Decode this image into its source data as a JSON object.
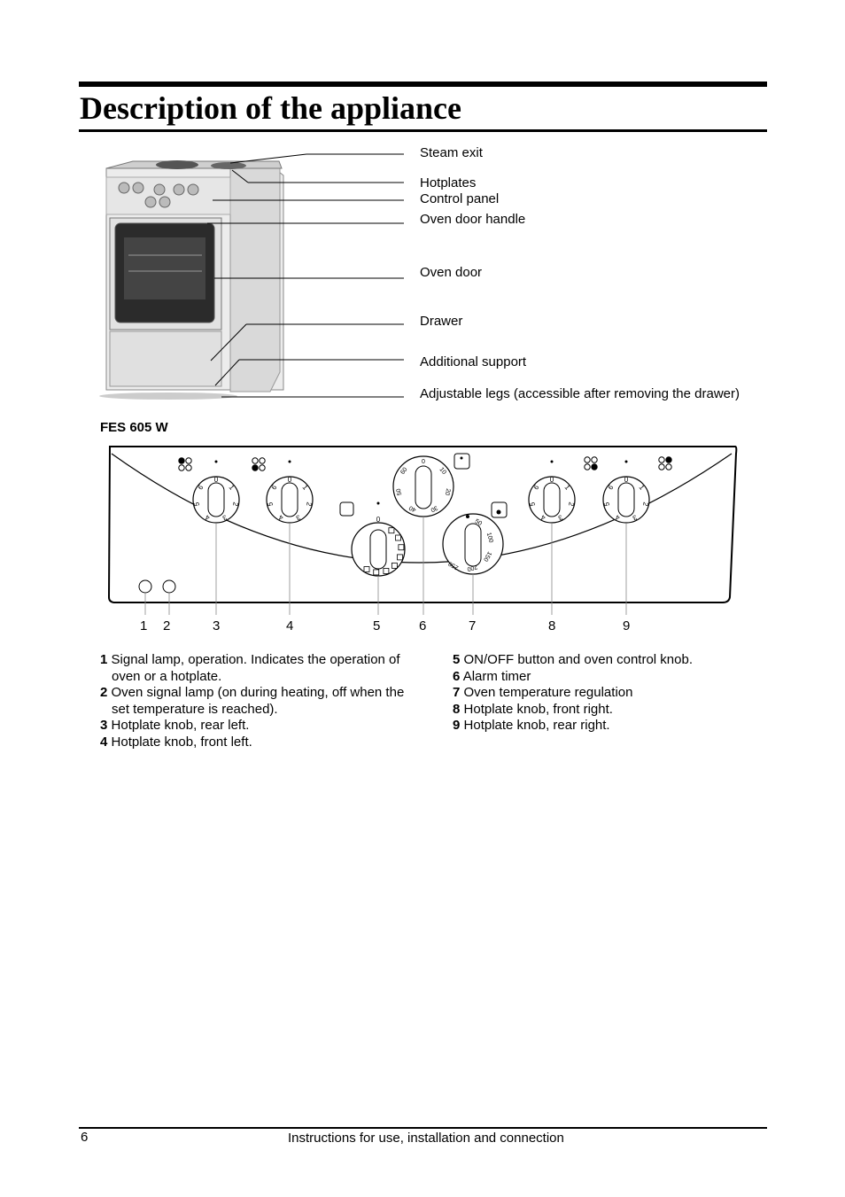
{
  "heading": "Description of the appliance",
  "callouts": [
    "Steam exit",
    "Hotplates",
    "Control panel",
    "Oven door handle",
    "Oven door",
    "Drawer",
    "Additional support",
    "Adjustable legs (accessible after removing the drawer)"
  ],
  "model": "FES 605 W",
  "panel_numbers": [
    "1",
    "2",
    "3",
    "4",
    "5",
    "6",
    "7",
    "8",
    "9"
  ],
  "hotplate_scale": [
    "0",
    "1",
    "2",
    "3",
    "4",
    "5",
    "6"
  ],
  "timer_scale": [
    "0",
    "10",
    "20",
    "30",
    "40",
    "50",
    "60"
  ],
  "temperature_scale": [
    "50",
    "100",
    "150",
    "200",
    "250"
  ],
  "legend": {
    "left": [
      {
        "n": "1",
        "text": "Signal lamp, operation. Indicates the operation of oven or a hotplate."
      },
      {
        "n": "2",
        "text": "Oven signal lamp (on during heating, off when the set temperature is reached)."
      },
      {
        "n": "3",
        "text": "Hotplate knob, rear left."
      },
      {
        "n": "4",
        "text": "Hotplate knob, front left."
      }
    ],
    "right": [
      {
        "n": "5",
        "text": "ON/OFF button and oven control knob."
      },
      {
        "n": "6",
        "text": "Alarm timer"
      },
      {
        "n": "7",
        "text": "Oven temperature regulation"
      },
      {
        "n": "8",
        "text": "Hotplate knob, front right."
      },
      {
        "n": "9",
        "text": "Hotplate knob, rear right."
      }
    ]
  },
  "footer": {
    "page": "6",
    "text": "Instructions for use, installation and connection"
  },
  "icons": [
    "cooker-photo",
    "hotplate-position-icon",
    "oven-mode-icon",
    "thermometer-icon",
    "timer-icon"
  ]
}
